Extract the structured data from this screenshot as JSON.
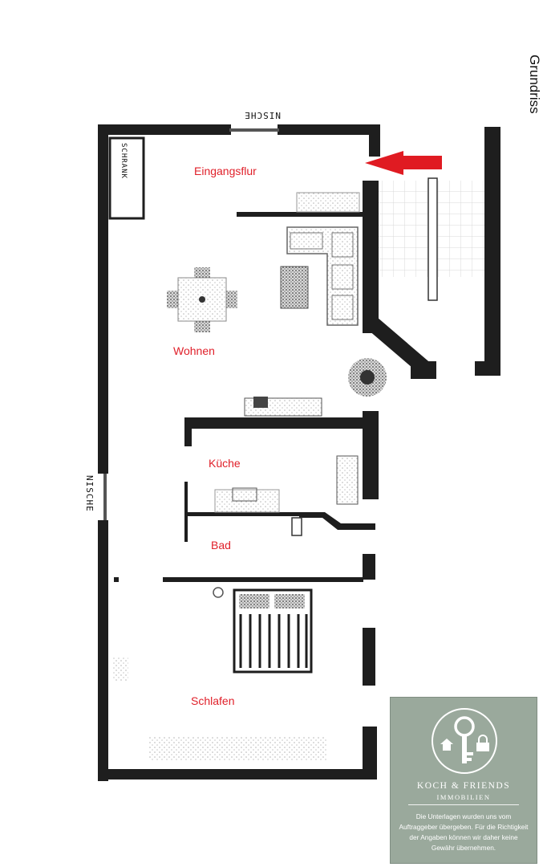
{
  "page_title": "Grundriss",
  "rooms": {
    "eingangsflur": "Eingangsflur",
    "wohnen": "Wohnen",
    "kueche": "Küche",
    "bad": "Bad",
    "schlafen": "Schlafen"
  },
  "handwritten": {
    "nische_top": "NISCHE",
    "nische_left": "NISCHE",
    "schrank": "SCHRANK"
  },
  "entrance_arrow_color": "#e01b22",
  "room_label_color": "#e0202a",
  "logo": {
    "brand": "KOCH & FRIENDS",
    "sub": "IMMOBILIEN",
    "disclaimer": "Die Unterlagen wurden uns vom Auftraggeber übergeben. Für die Richtigkeit der Angaben können wir daher keine Gewähr übernehmen.",
    "background_color": "#9aa99c",
    "icons": [
      "key-icon",
      "house-icon",
      "lock-icon"
    ]
  }
}
